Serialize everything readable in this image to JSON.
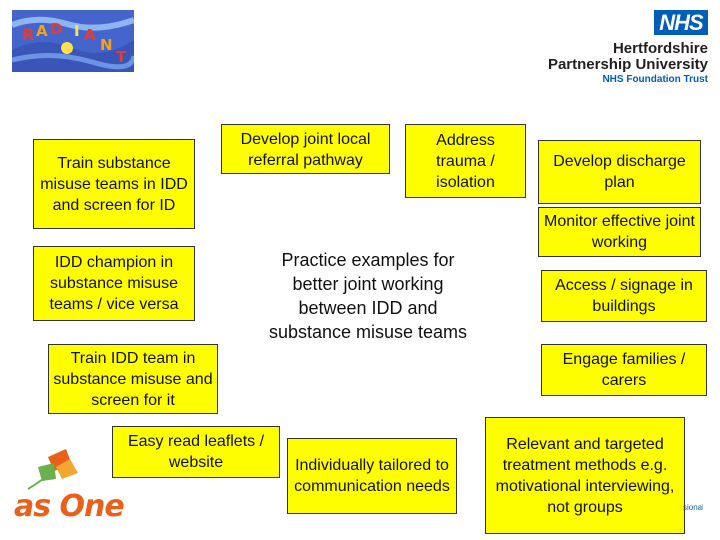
{
  "logos": {
    "nhs_badge": "NHS",
    "nhs_line1": "Hertfordshire",
    "nhs_line2": "Partnership University",
    "nhs_line3": "NHS Foundation Trust",
    "partial_text": "sional"
  },
  "diagram": {
    "center": "Practice examples for better joint working between IDD and substance misuse teams",
    "boxes": {
      "train_substance": "Train substance misuse teams in IDD and screen for ID",
      "referral_pathway": "Develop joint local referral pathway",
      "address_trauma": "Address trauma / isolation",
      "discharge_plan": "Develop discharge plan",
      "monitor": "Monitor effective joint working",
      "idd_champion": "IDD champion in substance misuse teams / vice versa",
      "access_signage": "Access / signage in buildings",
      "train_idd": "Train IDD team in substance misuse and screen for it",
      "engage_families": "Engage families / carers",
      "easy_read": "Easy read leaflets / website",
      "individually_tailored": "Individually tailored to communication needs",
      "relevant_targeted": "Relevant and targeted treatment methods e.g. motivational interviewing, not groups"
    }
  },
  "colors": {
    "box_fill": "#fefe00",
    "nhs_blue": "#005eb8",
    "as_one_orange": "#e8601a"
  }
}
